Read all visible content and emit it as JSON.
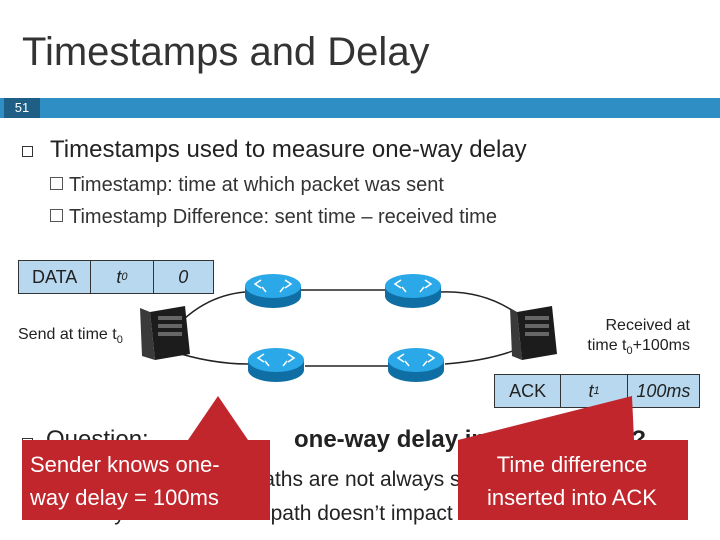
{
  "title": "Timestamps and Delay",
  "slide_number": "51",
  "bullet_main": "Timestamps used to measure one-way delay",
  "sub_bullets": [
    "Timestamp: time at which packet was sent",
    "Timestamp Difference: sent time – received time"
  ],
  "data_packet": {
    "type": "DATA",
    "timestamp": "t",
    "timestamp_sub": "0",
    "diff": "0"
  },
  "ack_packet": {
    "type": "ACK",
    "timestamp": "t",
    "timestamp_sub": "1",
    "diff": "100ms"
  },
  "send_label": "Send at time t",
  "send_label_sub": "0",
  "recv_label_line1": "Received at",
  "recv_label_line2_pre": "time t",
  "recv_label_line2_sub": "0",
  "recv_label_line2_post": "+100ms",
  "partial_text_1a": "Question:",
  "partial_text_1b": "one-way delay instead of RTT?",
  "partial_text_2": "Forward and reverse paths are not always symmetric",
  "partial_text_3": "Delay on the reverse path doesn’t impact the forward",
  "callout_left": [
    "Sender knows one-",
    "way delay = 100ms"
  ],
  "callout_right": [
    "Time difference",
    "inserted into ACK"
  ],
  "colors": {
    "accent": "#2f8fc4",
    "callout": "#c0262c",
    "packet": "#b7d8ee",
    "router": "#1a8fc9"
  },
  "icons": [
    "router-icon",
    "server-icon"
  ]
}
